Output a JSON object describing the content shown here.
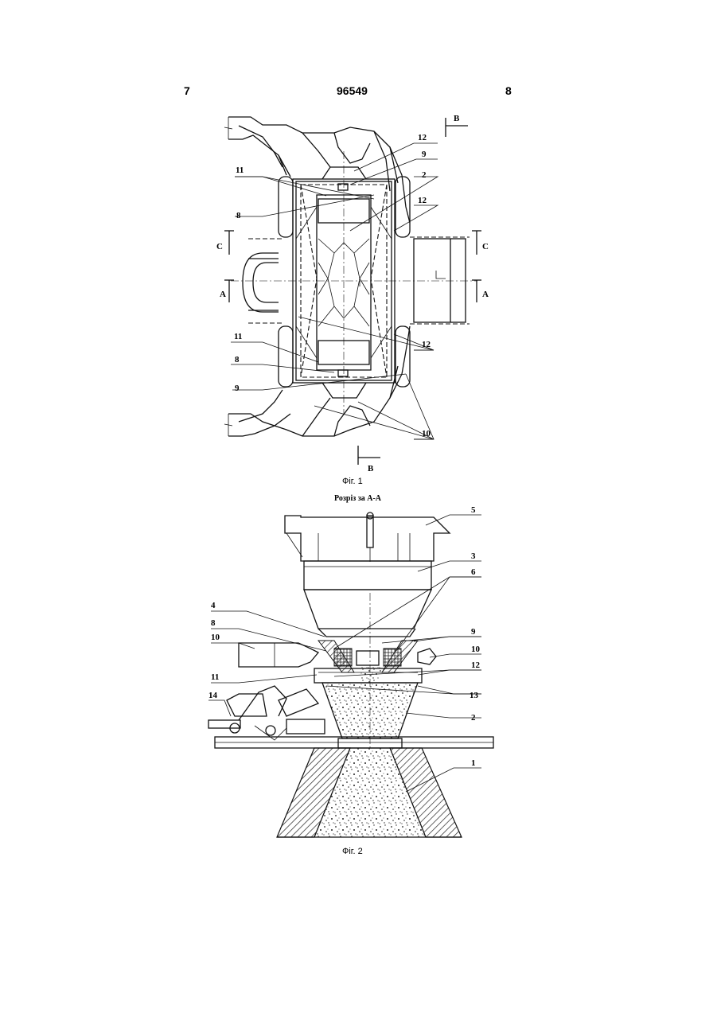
{
  "header": {
    "page_left": "7",
    "patent_number": "96549",
    "page_right": "8"
  },
  "figure1": {
    "caption": "Фіг. 1",
    "section_marks": [
      "B",
      "B",
      "C",
      "C",
      "A",
      "A"
    ],
    "callouts": [
      "12",
      "9",
      "11",
      "2",
      "8",
      "12",
      "11",
      "8",
      "9",
      "12",
      "10"
    ]
  },
  "figure2": {
    "section_title": "Розріз за А-А",
    "caption": "Фіг. 2",
    "callouts": [
      "5",
      "3",
      "6",
      "4",
      "8",
      "9",
      "10",
      "10",
      "12",
      "11",
      "13",
      "14",
      "2",
      "1"
    ]
  }
}
